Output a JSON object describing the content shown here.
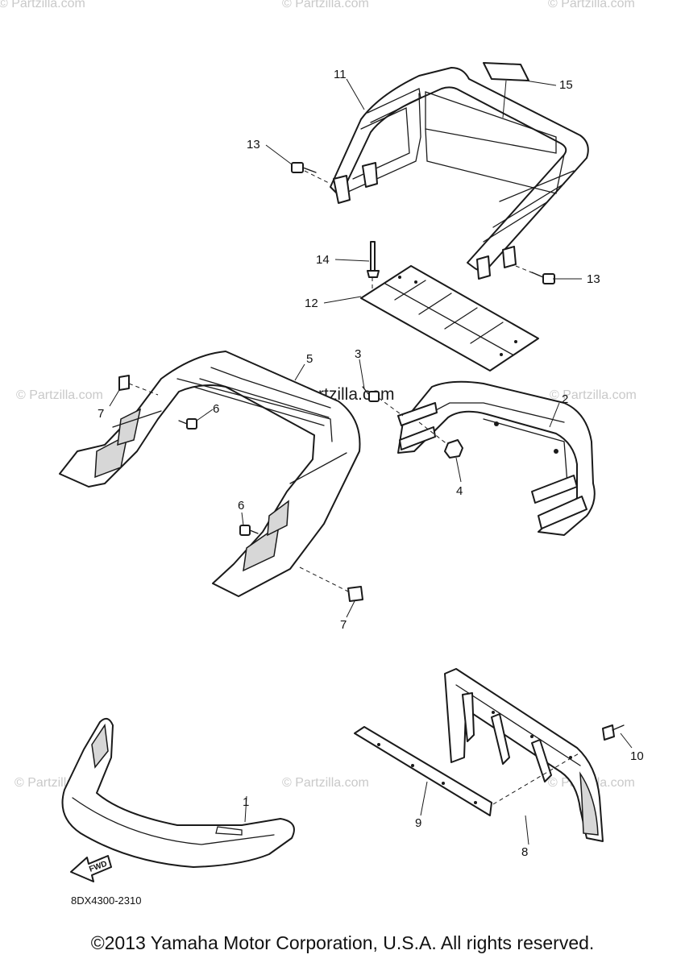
{
  "watermarks": {
    "text": "© Partzilla.com",
    "center_text": "© Partzilla.com"
  },
  "callouts": {
    "p1": "1",
    "p2": "2",
    "p3": "3",
    "p4": "4",
    "p5": "5",
    "p6a": "6",
    "p6b": "6",
    "p7a": "7",
    "p7b": "7",
    "p8": "8",
    "p9": "9",
    "p10": "10",
    "p11": "11",
    "p12": "12",
    "p13a": "13",
    "p13b": "13",
    "p14": "14",
    "p15": "15"
  },
  "fwd_label": "FWD",
  "diagram_code": "8DX4300-2310",
  "copyright": "©2013 Yamaha Motor Corporation, U.S.A. All rights reserved.",
  "colors": {
    "line": "#1a1a1a",
    "watermark": "#c9c9c9",
    "background": "#ffffff"
  }
}
